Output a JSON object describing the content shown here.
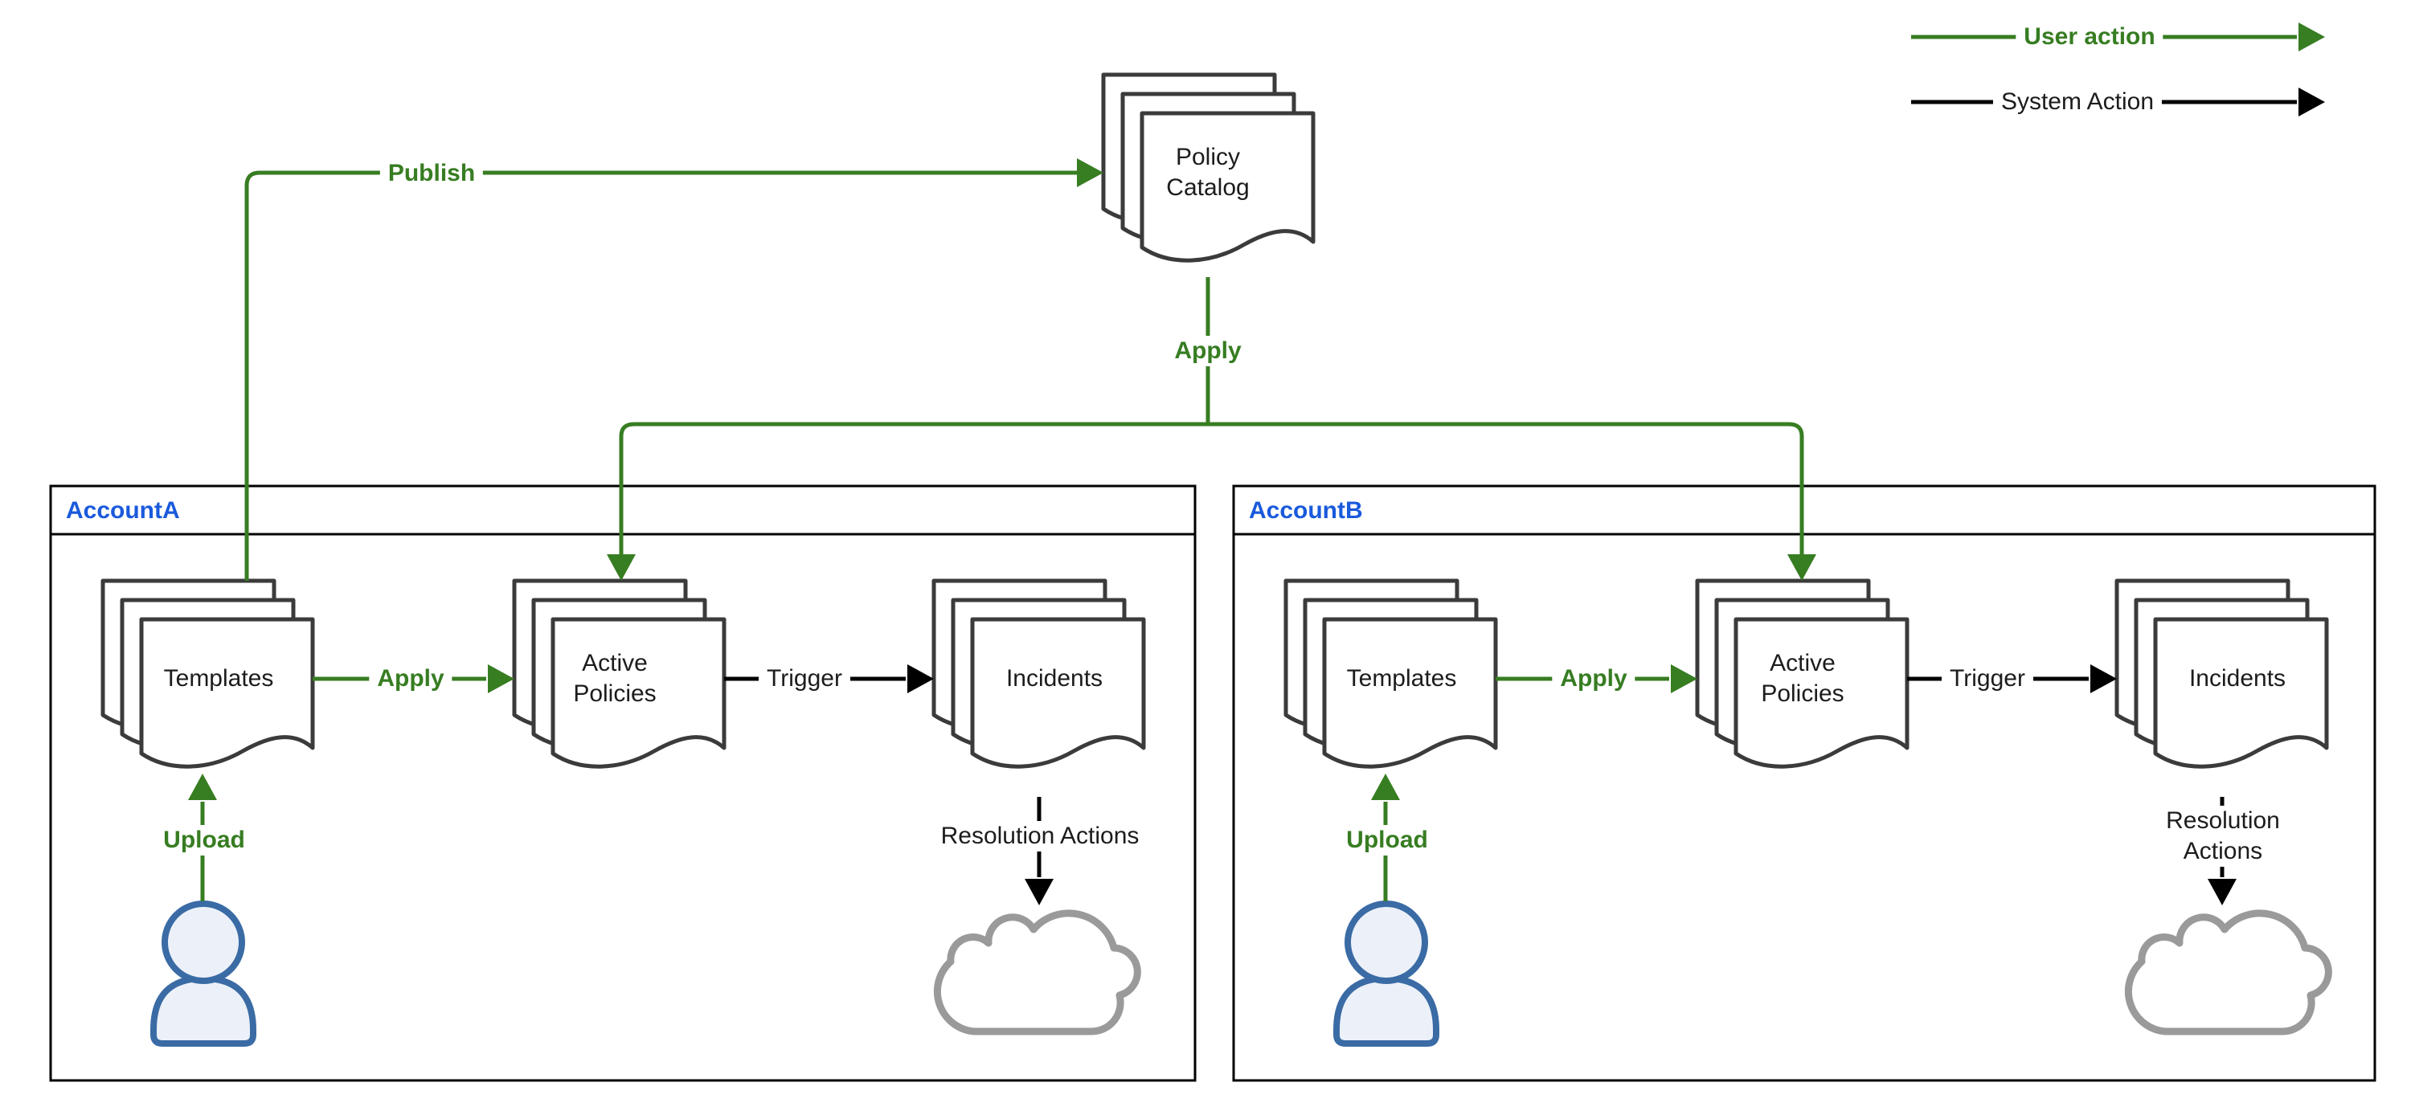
{
  "legend": {
    "user_action": "User action",
    "system_action": "System Action"
  },
  "catalog": {
    "label": "Policy\nCatalog",
    "publish": "Publish",
    "apply": "Apply"
  },
  "accounts": [
    {
      "name": "AccountA",
      "templates": "Templates",
      "active_policies": "Active\nPolicies",
      "incidents": "Incidents",
      "apply": "Apply",
      "trigger": "Trigger",
      "upload": "Upload",
      "resolution_actions": "Resolution Actions"
    },
    {
      "name": "AccountB",
      "templates": "Templates",
      "active_policies": "Active\nPolicies",
      "incidents": "Incidents",
      "apply": "Apply",
      "trigger": "Trigger",
      "upload": "Upload",
      "resolution_actions": "Resolution Actions"
    }
  ],
  "icons": {
    "document_stack": "document-stack-icon",
    "person": "user-icon",
    "cloud": "cloud-icon"
  },
  "colors": {
    "user_action_green": "#377D22",
    "system_action_black": "#000000",
    "account_label_blue": "#1A5ADC",
    "document_stroke": "#3B3B3B",
    "cloud_stroke": "#9A9A9A",
    "person_stroke": "#3A6BA5",
    "person_fill": "#ECF1F9"
  }
}
